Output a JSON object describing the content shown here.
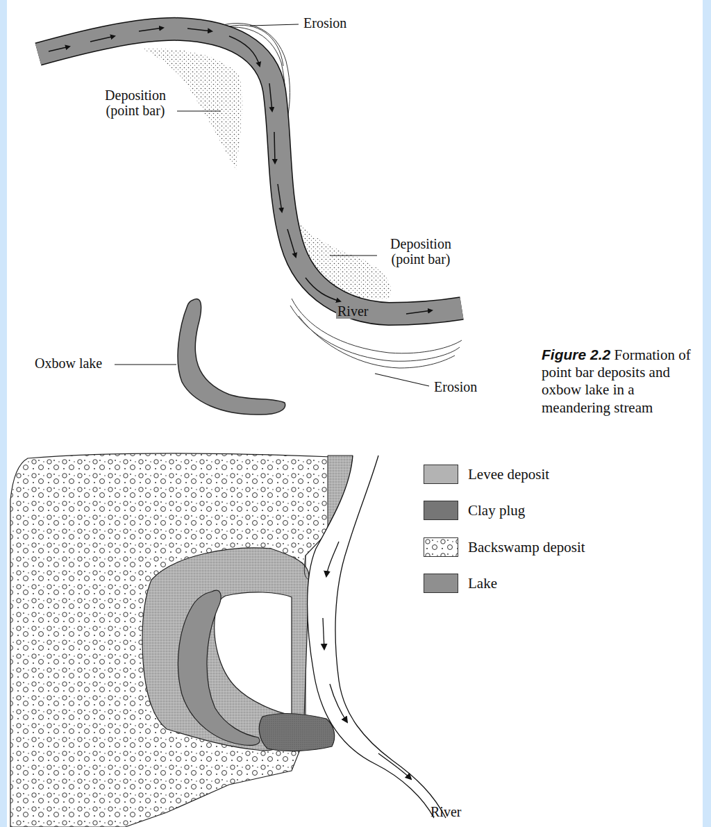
{
  "diagram": {
    "caption": "Formation of point bar deposits and oxbow lake in a meandering stream",
    "labels": [
      "Erosion",
      "Deposition (point bar)",
      "Deposition (point bar)",
      "River",
      "Oxbow lake",
      "Erosion",
      "River",
      "Figure 2.2"
    ],
    "legend": [
      {
        "text": "Levee deposit",
        "color": "#b3b3b3"
      },
      {
        "text": "Clay plug",
        "color": "#767676"
      },
      {
        "text": "Backswamp deposit"
      },
      {
        "text": "Lake",
        "color": "#8f8f8f"
      }
    ]
  }
}
